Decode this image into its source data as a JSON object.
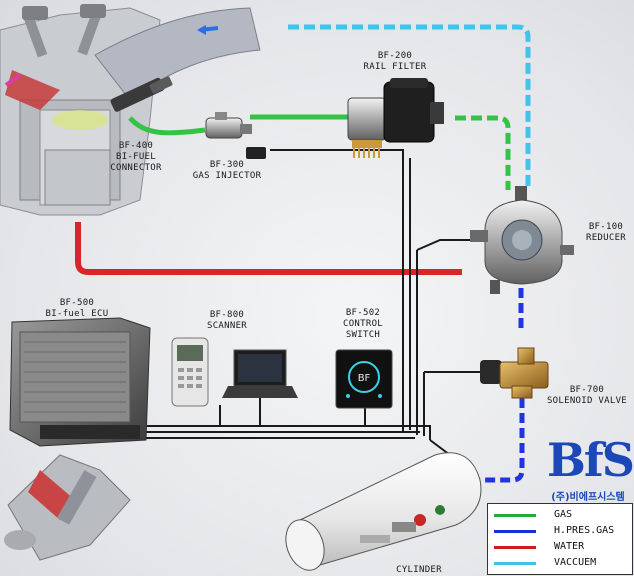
{
  "components": {
    "rail_filter": {
      "code": "BF-200",
      "name": "RAIL FILTER"
    },
    "injector": {
      "code": "BF-300",
      "name": "GAS INJECTOR"
    },
    "connector": {
      "code": "BF-400",
      "name1": "BI-FUEL",
      "name2": "CONNECTOR"
    },
    "reducer": {
      "code": "BF-100",
      "name": "REDUCER"
    },
    "ecu": {
      "code": "BF-500",
      "name": "BI-fuel ECU"
    },
    "scanner": {
      "code": "BF-800",
      "name": "SCANNER"
    },
    "control_switch": {
      "code": "BF-502",
      "name1": "CONTROL",
      "name2": "SWITCH"
    },
    "solenoid_valve": {
      "code": "BF-700",
      "name": "SOLENOID VALVE"
    },
    "cylinder": {
      "name": "CYLINDER"
    }
  },
  "logo": {
    "mark": "BfS",
    "subtitle": "(주)비에프시스템"
  },
  "legend": [
    {
      "label": "GAS",
      "color": "#27a83a"
    },
    {
      "label": "H.PRES.GAS",
      "color": "#1a2fd6"
    },
    {
      "label": "WATER",
      "color": "#c81e1e"
    },
    {
      "label": "VACCUEM",
      "color": "#3fc2ea"
    }
  ],
  "colors": {
    "gas": "#35c247",
    "high_pressure_gas": "#2233e0",
    "water": "#d82626",
    "vacuum": "#42c3ec",
    "wiring": "#1a1a1a"
  }
}
